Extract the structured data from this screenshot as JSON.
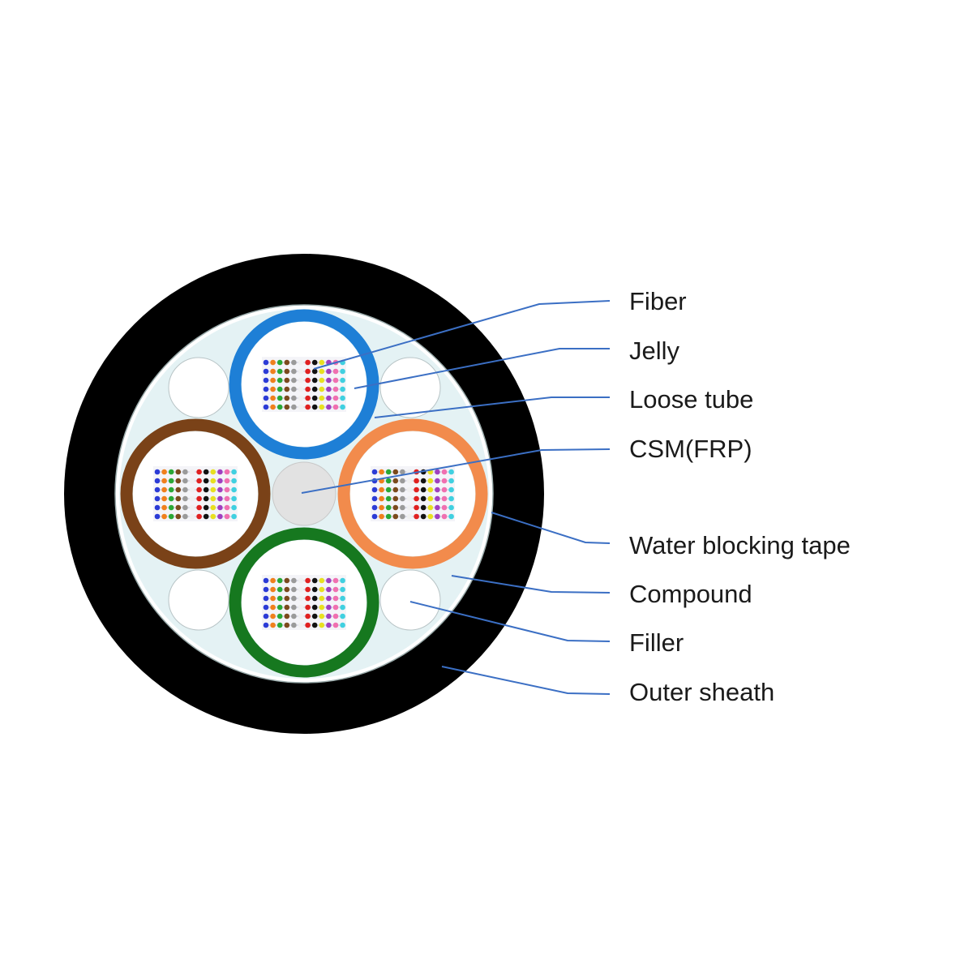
{
  "labels": {
    "fiber": "Fiber",
    "jelly": "Jelly",
    "loose_tube": "Loose tube",
    "csm": "CSM(FRP)",
    "water_blocking_tape": "Water blocking tape",
    "compound": "Compound",
    "filler": "Filler",
    "outer_sheath": "Outer sheath"
  },
  "colors": {
    "outer_sheath": "#000000",
    "compound": "#e4f2f4",
    "filler": "#ffffff",
    "csm": "#e2e2e2",
    "leader_line": "#3b6fc4",
    "tube_top": "#1e7fd6",
    "tube_left": "#7a4218",
    "tube_right": "#f28b4c",
    "tube_bottom": "#16781f"
  },
  "fiber_colors": [
    "#2b3bd6",
    "#f0801c",
    "#2aa836",
    "#7b4a1c",
    "#9a9a9a",
    "#f0f0f0",
    "#e02020",
    "#111111",
    "#e8e020",
    "#a040c0",
    "#f070b0",
    "#40d0e0"
  ]
}
